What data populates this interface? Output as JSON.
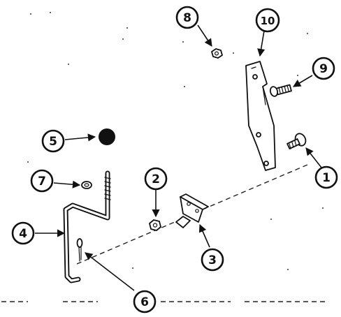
{
  "callouts": [
    {
      "id": "callout-1",
      "label": "1"
    },
    {
      "id": "callout-2",
      "label": "2"
    },
    {
      "id": "callout-3",
      "label": "3"
    },
    {
      "id": "callout-4",
      "label": "4"
    },
    {
      "id": "callout-5",
      "label": "5"
    },
    {
      "id": "callout-6",
      "label": "6"
    },
    {
      "id": "callout-7",
      "label": "7"
    },
    {
      "id": "callout-8",
      "label": "8"
    },
    {
      "id": "callout-9",
      "label": "9"
    },
    {
      "id": "callout-10",
      "label": "10"
    }
  ],
  "colors": {
    "ink": "#111111",
    "background": "#ffffff"
  }
}
